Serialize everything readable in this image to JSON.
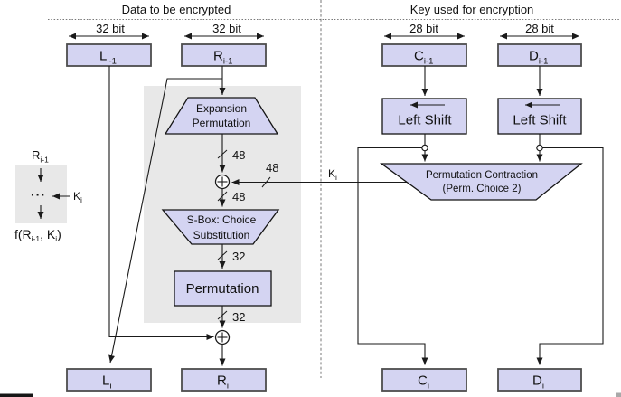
{
  "header": {
    "left_title": "Data to be encrypted",
    "right_title": "Key used for encryption"
  },
  "bus": {
    "l_prev": "32 bit",
    "r_prev": "32 bit",
    "c_prev": "28 bit",
    "d_prev": "28 bit"
  },
  "reg": {
    "l_prev": {
      "base": "L",
      "sub": "i-1"
    },
    "r_prev": {
      "base": "R",
      "sub": "i-1"
    },
    "c_prev": {
      "base": "C",
      "sub": "i-1"
    },
    "d_prev": {
      "base": "D",
      "sub": "i-1"
    },
    "l_next": {
      "base": "L",
      "sub": "i"
    },
    "r_next": {
      "base": "R",
      "sub": "i"
    },
    "c_next": {
      "base": "C",
      "sub": "i"
    },
    "d_next": {
      "base": "D",
      "sub": "i"
    }
  },
  "blocks": {
    "expansion": {
      "line1": "Expansion",
      "line2": "Permutation"
    },
    "sbox": {
      "line1": "S-Box: Choice",
      "line2": "Substitution"
    },
    "permutation": {
      "label": "Permutation"
    },
    "left_shift_c": {
      "label": "Left Shift"
    },
    "left_shift_d": {
      "label": "Left Shift"
    },
    "perm_contraction": {
      "line1": "Permutation Contraction",
      "line2": "(Perm. Choice 2)"
    }
  },
  "bits": {
    "expansion_out": "48",
    "key_in": "48",
    "xor_out": "48",
    "sbox_out": "32",
    "perm_out": "32"
  },
  "key": {
    "base": "K",
    "sub": "i"
  },
  "legend": {
    "r": {
      "base": "R",
      "sub": "i-1"
    },
    "dots": "···",
    "k": {
      "base": "K",
      "sub": "i"
    },
    "f": {
      "p1": "f(R",
      "s1": "i-1",
      "p2": ", K",
      "s2": "i",
      "p3": ")"
    }
  },
  "colors": {
    "block_fill": "#d4d4f2",
    "region_gray": "#e8e8e8",
    "line": "#1a1a1a"
  }
}
